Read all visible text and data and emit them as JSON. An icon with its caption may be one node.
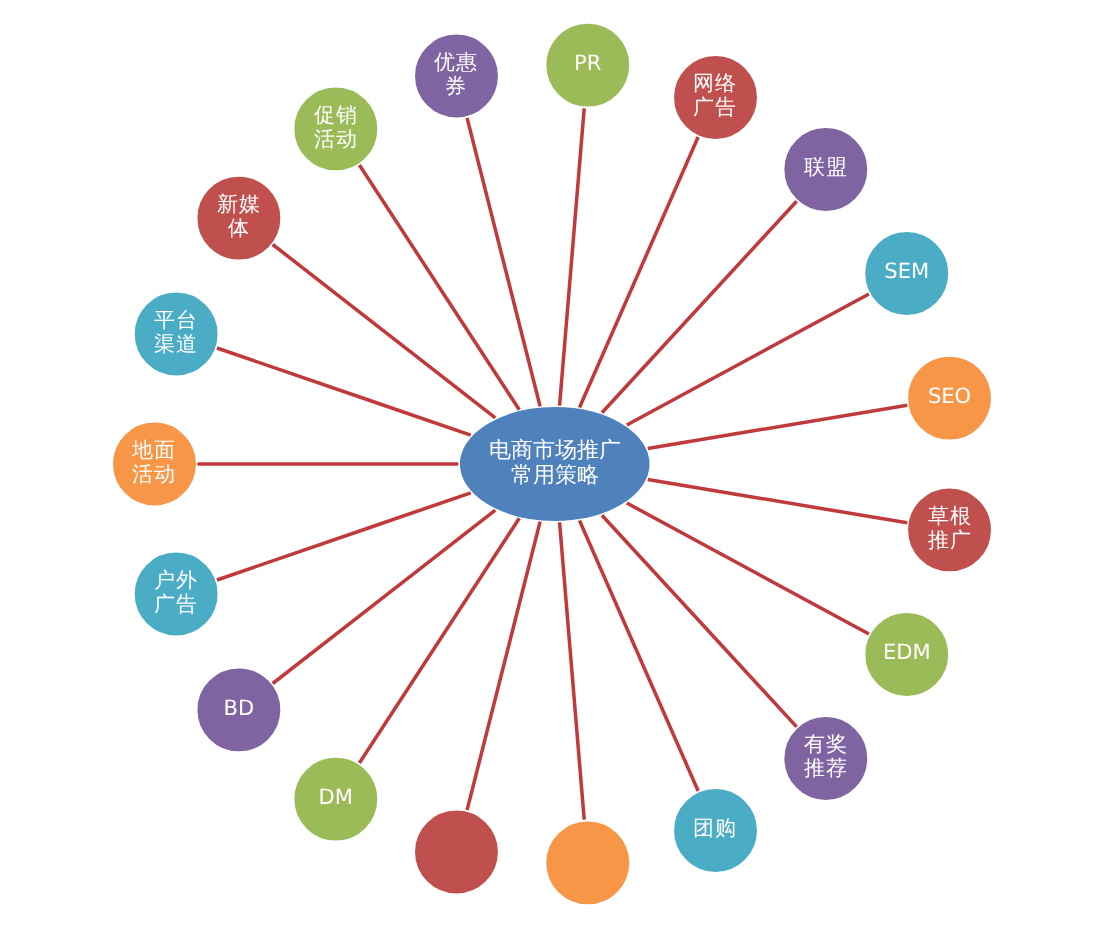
{
  "diagram": {
    "nodes": [
      {
        "text": [
          "电商市场推广常用策略"
        ]
      },
      {
        "text": [
          "PR"
        ]
      },
      {
        "text": [
          "网络广告"
        ]
      },
      {
        "text": [
          "联盟"
        ]
      },
      {
        "text": [
          "SEM"
        ]
      },
      {
        "text": [
          "SEO"
        ]
      },
      {
        "text": [
          "草根推广"
        ]
      },
      {
        "text": [
          "EDM"
        ]
      },
      {
        "text": [
          "有奖推荐"
        ]
      },
      {
        "text": [
          "团购"
        ]
      },
      {
        "text": [],
        "shape": "circle"
      },
      {
        "text": [],
        "shape": "circle"
      },
      {
        "text": [
          "DM"
        ]
      },
      {
        "text": [
          "BD"
        ]
      },
      {
        "text": [
          "户外广告"
        ]
      },
      {
        "text": [
          "地面活动"
        ]
      },
      {
        "text": [
          "平台渠道"
        ]
      },
      {
        "text": [
          "新媒体"
        ]
      },
      {
        "text": [
          "促销活动"
        ]
      },
      {
        "text": [
          "优惠券"
        ]
      }
    ],
    "edges": [
      {
        "from": 0,
        "to": 1,
        "arrow": "none"
      },
      {
        "from": 0,
        "to": 2,
        "arrow": "none"
      },
      {
        "from": 0,
        "to": 3,
        "arrow": "none"
      },
      {
        "from": 0,
        "to": 4,
        "arrow": "none"
      },
      {
        "from": 0,
        "to": 5,
        "arrow": "none"
      },
      {
        "from": 0,
        "to": 6,
        "arrow": "none"
      },
      {
        "from": 0,
        "to": 7,
        "arrow": "none"
      },
      {
        "from": 0,
        "to": 8,
        "arrow": "none"
      },
      {
        "from": 0,
        "to": 9,
        "arrow": "none"
      },
      {
        "from": 0,
        "to": 10,
        "arrow": "none"
      },
      {
        "from": 0,
        "to": 11,
        "arrow": "none"
      },
      {
        "from": 0,
        "to": 12,
        "arrow": "none"
      },
      {
        "from": 0,
        "to": 13,
        "arrow": "none"
      },
      {
        "from": 0,
        "to": 14,
        "arrow": "none"
      },
      {
        "from": 0,
        "to": 15,
        "arrow": "none"
      },
      {
        "from": 0,
        "to": 16,
        "arrow": "none"
      },
      {
        "from": 0,
        "to": 17,
        "arrow": "none"
      },
      {
        "from": 0,
        "to": 18,
        "arrow": "none"
      },
      {
        "from": 0,
        "to": 19,
        "arrow": "none"
      }
    ]
  }
}
